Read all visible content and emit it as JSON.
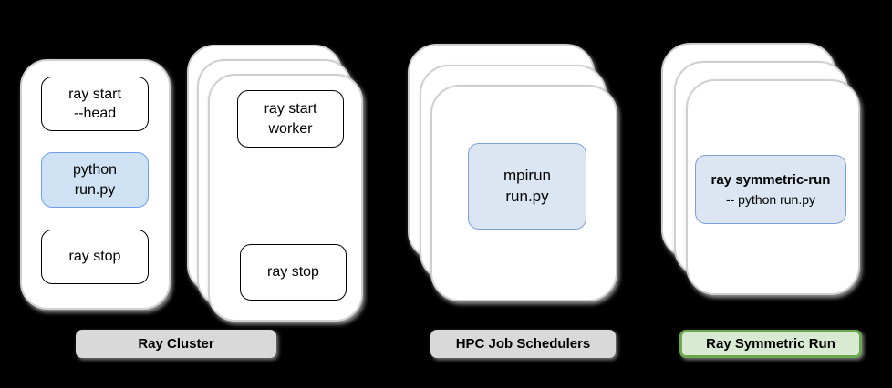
{
  "colors": {
    "background": "#000000",
    "card_fill": "#ffffff",
    "card_border": "#cfcfcf",
    "box_border": "#000000",
    "blue1_fill": "#cfe2f3",
    "blue1_border": "#6d9eeb",
    "blue2_fill": "#dce6f2",
    "blue2_border": "#7aa0d8",
    "gray_badge": "#d9d9d9",
    "green_fill": "#d9ead3",
    "green_border": "#6aa84f"
  },
  "groups": [
    {
      "name": "ray-cluster-head-node",
      "boxes": [
        {
          "lines": [
            "ray start",
            "--head"
          ]
        },
        {
          "lines": [
            "python",
            "run.py"
          ]
        },
        {
          "lines": [
            "ray stop"
          ]
        }
      ]
    },
    {
      "name": "ray-cluster-worker-nodes",
      "boxes": [
        {
          "lines": [
            "ray start",
            "worker"
          ]
        },
        {
          "lines": [
            "ray stop"
          ]
        }
      ]
    },
    {
      "name": "hpc-job-scheduler-nodes",
      "boxes": [
        {
          "lines": [
            "mpirun",
            "run.py"
          ]
        }
      ]
    },
    {
      "name": "ray-symmetric-run-nodes",
      "boxes": [
        {
          "lines": [
            "ray symmetric-run",
            "-- python run.py"
          ]
        }
      ]
    }
  ],
  "badges": [
    {
      "label": "Ray Cluster"
    },
    {
      "label": "HPC Job Schedulers"
    },
    {
      "label": "Ray Symmetric Run"
    }
  ]
}
